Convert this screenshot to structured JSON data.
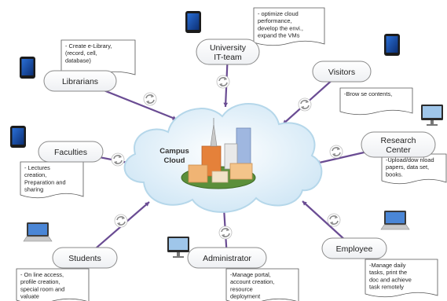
{
  "diagram": {
    "center_label": [
      "Campus",
      "Cloud"
    ],
    "nodes": [
      {
        "id": "it",
        "label": [
          "University",
          "IT-team"
        ],
        "note": [
          "- optimize cloud",
          "performance,",
          "develop the envi.,",
          "expand the VMs"
        ]
      },
      {
        "id": "librarians",
        "label": [
          "Librarians"
        ],
        "note": [
          "- Create e-Library,",
          "(record, cell,",
          "database)"
        ]
      },
      {
        "id": "visitors",
        "label": [
          "Visitors"
        ],
        "note": [
          "-Brow se contents,"
        ]
      },
      {
        "id": "research",
        "label": [
          "Research",
          "Center"
        ],
        "note": [
          "-Upload/dow nload",
          "papers, data set,",
          "books."
        ]
      },
      {
        "id": "faculties",
        "label": [
          "Faculties"
        ],
        "note": [
          "- Lectures",
          "creation,",
          "Preparation and",
          "sharing"
        ]
      },
      {
        "id": "students",
        "label": [
          "Students"
        ],
        "note": [
          "- On line access,",
          "profile creation,",
          "special room and",
          "valuate"
        ]
      },
      {
        "id": "administrator",
        "label": [
          "Administrator"
        ],
        "note": [
          "-Manage portal,",
          "account creation,",
          "resource",
          "deployment"
        ]
      },
      {
        "id": "employee",
        "label": [
          "Employee"
        ],
        "note": [
          "-Manage daily",
          "tasks, print the",
          "doc and achieve",
          "task remotely"
        ]
      }
    ],
    "device_icons": [
      "tablet-icon",
      "tablet-icon",
      "tablet-icon",
      "tablet-icon",
      "monitor-icon",
      "laptop-icon",
      "monitor-icon",
      "laptop-icon"
    ],
    "colors": {
      "connector": "#6a4c93",
      "node_border": "#8a8a8a",
      "cloud_fill": "#e3f1fa",
      "cloud_stroke": "#b5d7ea"
    }
  }
}
